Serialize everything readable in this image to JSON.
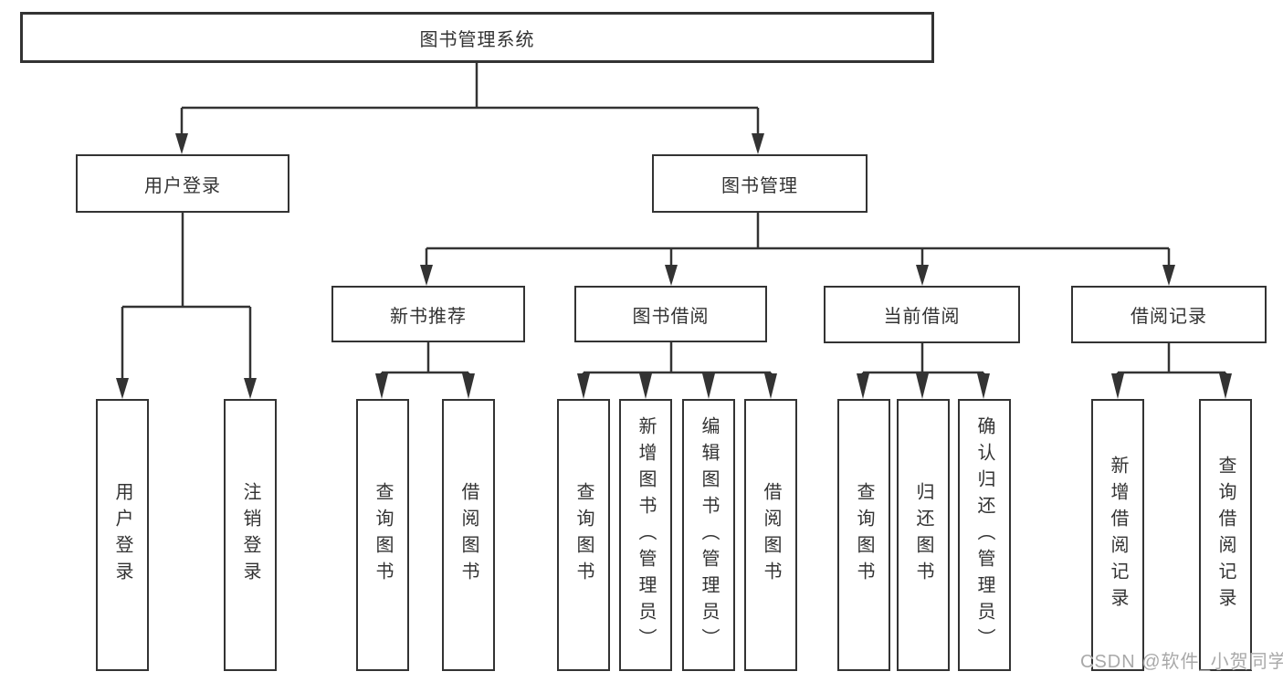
{
  "diagram": {
    "root": {
      "label": "图书管理系统"
    },
    "level2": {
      "user_login": {
        "label": "用户登录"
      },
      "book_mgmt": {
        "label": "图书管理"
      }
    },
    "level3": {
      "new_book_rec": {
        "label": "新书推荐"
      },
      "book_borrow": {
        "label": "图书借阅"
      },
      "current_borrow": {
        "label": "当前借阅"
      },
      "borrow_records": {
        "label": "借阅记录"
      }
    },
    "leaves": {
      "user_login": {
        "label": "用户登录"
      },
      "logout": {
        "label": "注销登录"
      },
      "query_book_a": {
        "label": "查询图书"
      },
      "borrow_book_a": {
        "label": "借阅图书"
      },
      "query_book_b": {
        "label": "查询图书"
      },
      "add_book_admin": {
        "label": "新增图书（管理员）"
      },
      "edit_book_admin": {
        "label": "编辑图书（管理员）"
      },
      "borrow_book_b": {
        "label": "借阅图书"
      },
      "query_book_c": {
        "label": "查询图书"
      },
      "return_book": {
        "label": "归还图书"
      },
      "confirm_return_admin": {
        "label": "确认归还（管理员）"
      },
      "add_borrow_record": {
        "label": "新增借阅记录"
      },
      "query_borrow_record": {
        "label": "查询借阅记录"
      }
    },
    "colors": {
      "line": "#333333",
      "text": "#333333",
      "background": "#ffffff",
      "watermark_text_color": "#a9a9a9"
    },
    "watermark": "CSDN @软件_小贺同学"
  }
}
